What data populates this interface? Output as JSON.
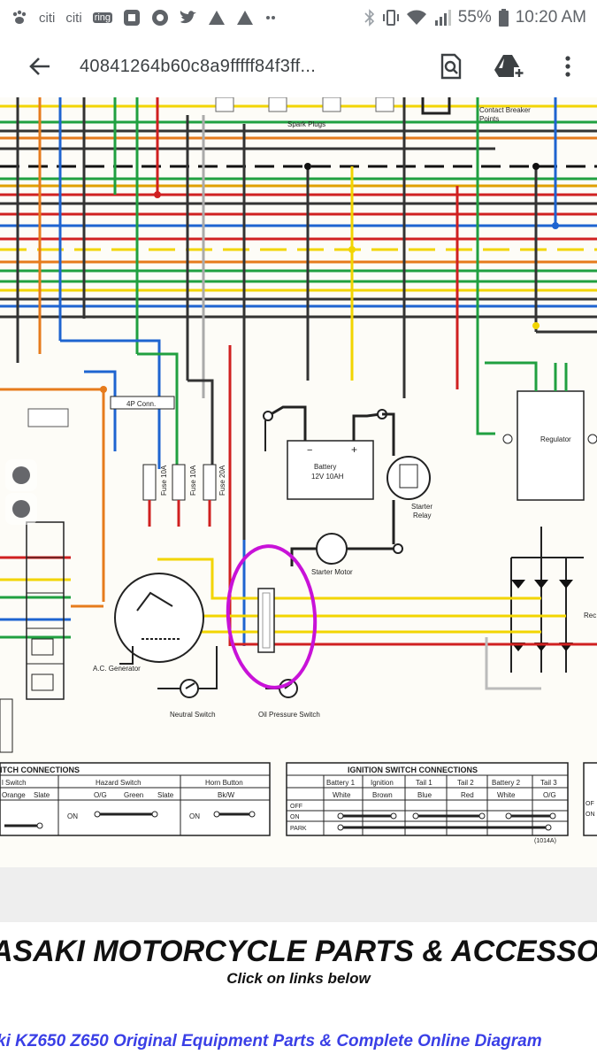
{
  "status_bar": {
    "apps": [
      "citi",
      "citi",
      "ring"
    ],
    "battery_percent": "55%",
    "time": "10:20 AM"
  },
  "app_bar": {
    "title": "40841264b60c8a9fffff84f3ff..."
  },
  "diagram": {
    "labels": {
      "spark_plugs": "Spark Plugs",
      "contact_breaker_1": "Contact Breaker",
      "contact_breaker_2": "Points",
      "conn_4p": "4P Conn.",
      "fuse1": "Fuse 10A",
      "fuse2": "Fuse 10A",
      "fuse3": "Fuse 20A",
      "battery_1": "Battery",
      "battery_2": "12V 10AH",
      "minus": "−",
      "plus": "+",
      "starter_relay_1": "Starter",
      "starter_relay_2": "Relay",
      "regulator": "Regulator",
      "starter_motor": "Starter Motor",
      "ac_generator": "A.C. Generator",
      "neutral_switch": "Neutral Switch",
      "oil_pressure_switch": "Oil Pressure Switch",
      "rectifier_partial": "Rec",
      "table_code": "(1014A)"
    },
    "left_table": {
      "title": "ITCH CONNECTIONS",
      "groups": [
        "l Switch",
        "Hazard Switch",
        "Horn Button"
      ],
      "colors": [
        "Orange",
        "Slate",
        "O/G",
        "Green",
        "Slate",
        "Bk/W"
      ],
      "row_labels": [
        "ON",
        "ON"
      ]
    },
    "ignition_table": {
      "title": "IGNITION SWITCH CONNECTIONS",
      "columns": [
        "Battery 1",
        "Ignition",
        "Tail 1",
        "Tail 2",
        "Battery 2",
        "Tail 3"
      ],
      "colors": [
        "White",
        "Brown",
        "Blue",
        "Red",
        "White",
        "O/G"
      ],
      "rows": [
        "OFF",
        "ON",
        "PARK"
      ]
    },
    "right_partial_rows": [
      "OF",
      "ON"
    ]
  },
  "website": {
    "headline": "ASAKI MOTORCYCLE PARTS & ACCESSO",
    "subtext": "Click on links below",
    "link": "ki KZ650 Z650 Original Equipment Parts & Complete Online Diagram"
  }
}
